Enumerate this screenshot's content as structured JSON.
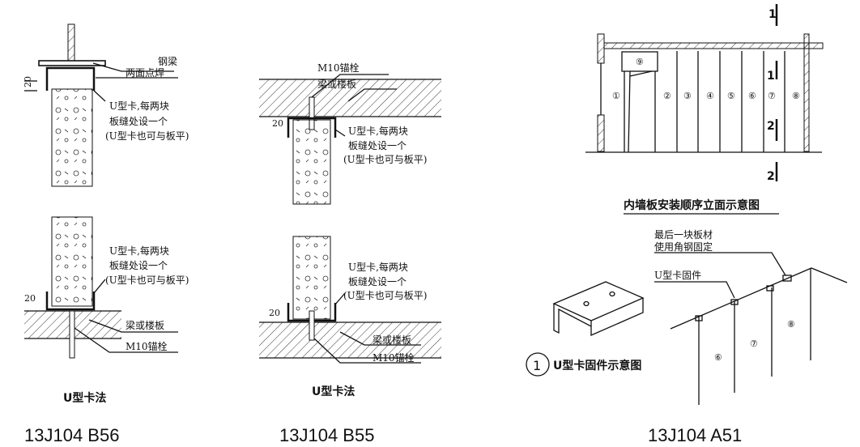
{
  "b56": {
    "top": {
      "beam": "钢梁",
      "weld": "两面点焊",
      "clip1": "U型卡,每两块",
      "clip2": "板缝处设一个",
      "clip3": "(U型卡也可与板平)",
      "dim": "20"
    },
    "bottom": {
      "clip1": "U型卡,每两块",
      "clip2": "板缝处设一个",
      "clip3": "(U型卡也可与板平)",
      "slab": "梁或楼板",
      "bolt": "M10锚栓",
      "dim": "20"
    },
    "caption": "U型卡法",
    "code": "13J104    B56"
  },
  "b55": {
    "top": {
      "bolt": "M10锚栓",
      "slab": "梁或楼板",
      "clip1": "U型卡,每两块",
      "clip2": "板缝处设一个",
      "clip3": "(U型卡也可与板平)",
      "dim": "20"
    },
    "bottom": {
      "clip1": "U型卡,每两块",
      "clip2": "板缝处设一个",
      "clip3": "(U型卡也可与板平)",
      "slab": "梁或楼板",
      "bolt": "M10锚栓",
      "dim": "20"
    },
    "caption": "U型卡法",
    "code": "13J104    B55"
  },
  "a51": {
    "elevation": {
      "panels": [
        "①",
        "②",
        "③",
        "④",
        "⑤",
        "⑥",
        "⑦",
        "⑧",
        "⑨"
      ],
      "section_marks": [
        "1",
        "1",
        "2",
        "2"
      ],
      "caption": "内墙板安装顺序立面示意图"
    },
    "iso": {
      "last_panel1": "最后一块板材",
      "last_panel2": "使用角钢固定",
      "clip": "U型卡固件",
      "panels": [
        "⑥",
        "⑦",
        "⑧"
      ]
    },
    "detail_no": "1",
    "detail_caption": "U型卡固件示意图",
    "code": "13J104    A51"
  }
}
